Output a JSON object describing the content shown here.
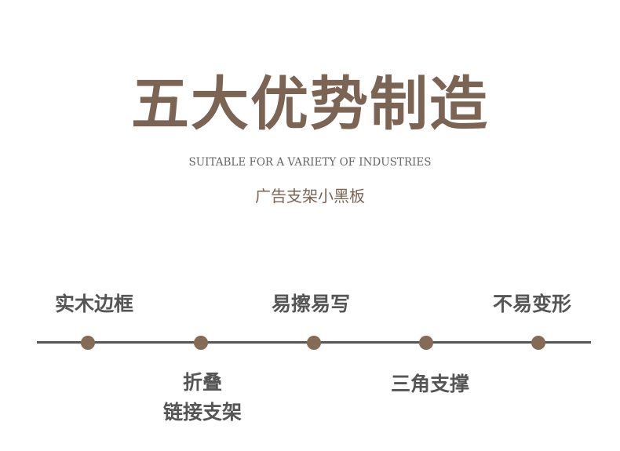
{
  "title": "五大优势制造",
  "subtitle_en": "SUITABLE FOR A VARIETY OF INDUSTRIES",
  "subtitle_cn": "广告支架小黑板",
  "features_top": [
    "实木边框",
    "易擦易写",
    "不易变形"
  ],
  "features_bottom": [
    {
      "line1": "折叠",
      "line2": "链接支架"
    },
    {
      "line1": "三角支撑"
    }
  ],
  "colors": {
    "brand": "#7b6454",
    "dot": "#856a57",
    "line": "#555555"
  }
}
